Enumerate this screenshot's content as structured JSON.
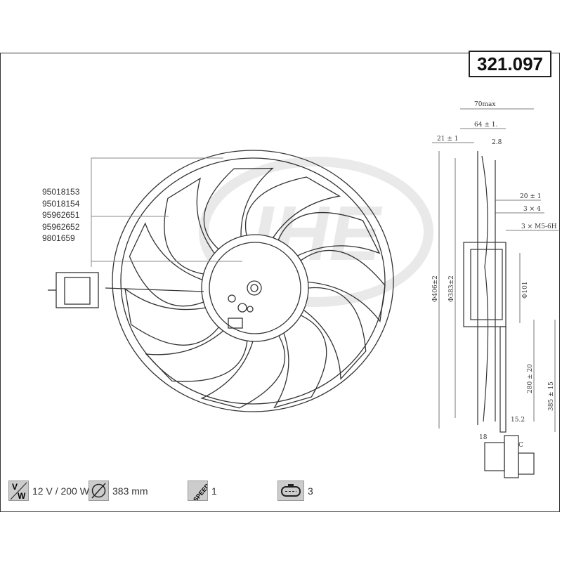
{
  "part_number": "321.097",
  "reference_numbers": [
    "95018153",
    "95018154",
    "95962651",
    "95962652",
    "9801659"
  ],
  "watermark": "IHE",
  "specs": {
    "voltage_power": {
      "icon": "volt-watt-icon",
      "value": "12 V / 200 W"
    },
    "diameter": {
      "icon": "diameter-icon",
      "value": "383 mm"
    },
    "speed": {
      "icon": "speed-icon",
      "value": "1"
    },
    "connector_pins": {
      "icon": "connector-icon",
      "value": "3"
    }
  },
  "dimensions": [
    "70max",
    "64 ± 1.",
    "21 ± 1",
    "2.8",
    "20 ± 1",
    "3 × 4",
    "3 × M5-6H",
    "Φ406±2",
    "Φ383±2",
    "Φ101",
    "280 ± 20",
    "385 ± 15",
    "15.2",
    "18",
    "C"
  ]
}
